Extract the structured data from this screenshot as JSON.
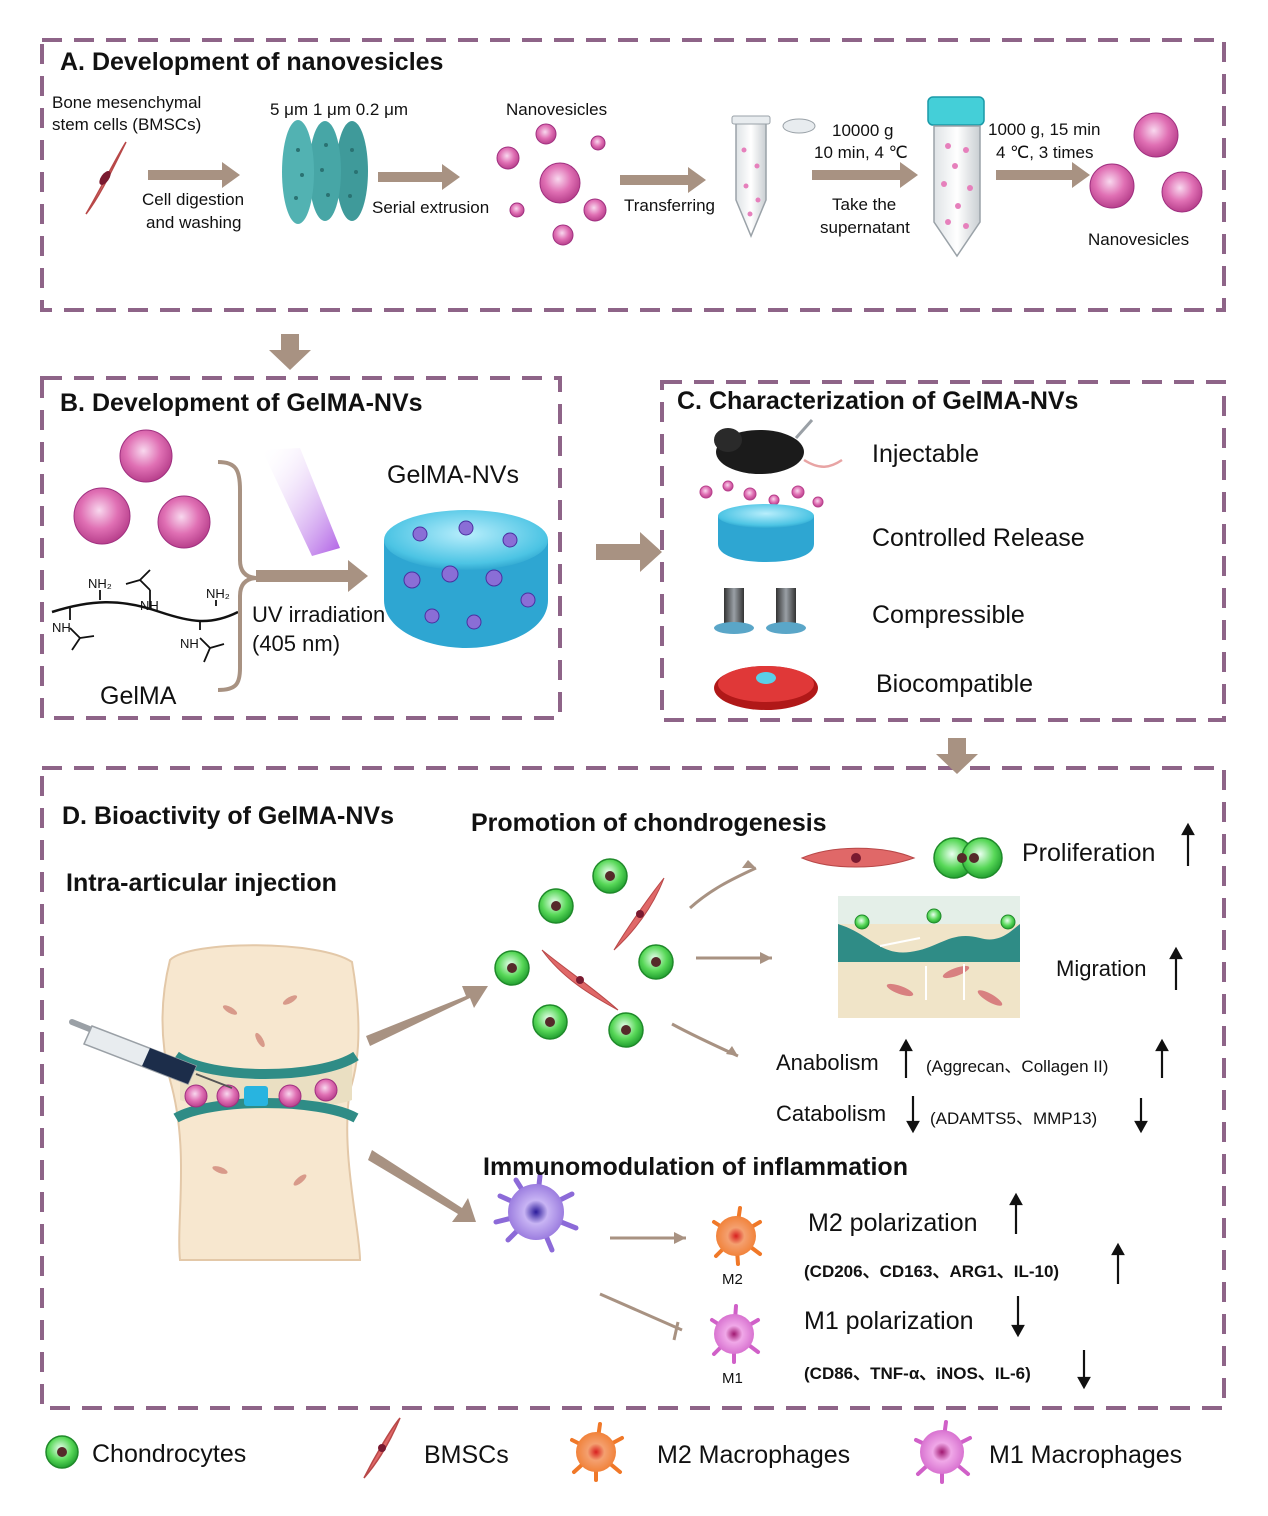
{
  "panels": {
    "a": {
      "title": "A. Development of nanovesicles",
      "bmsc_label_1": "Bone mesenchymal",
      "bmsc_label_2": "stem cells (BMSCs)",
      "step1_1": "Cell digestion",
      "step1_2": "and washing",
      "filters": "5 μm 1 μm 0.2 μm",
      "step2": "Serial extrusion",
      "nv_label_1": "Nanovesicles",
      "step3": "Transferring",
      "spin1_1": "10000 g",
      "spin1_2": "10 min, 4 ℃",
      "spin1_3": "Take the",
      "spin1_4": "supernatant",
      "spin2_1": "1000 g, 15 min",
      "spin2_2": "4 ℃, 3 times",
      "nv_label_2": "Nanovesicles"
    },
    "b": {
      "title": "B. Development of GelMA-NVs",
      "nh2_a": "NH₂",
      "nh2_b": "NH₂",
      "nh_a": "NH",
      "nh_b": "NH",
      "nh_c": "NH",
      "gelma": "GelMA",
      "uv_1": "UV irradiation",
      "uv_2": "(405 nm)",
      "product": "GelMA-NVs"
    },
    "c": {
      "title": "C. Characterization of GelMA-NVs",
      "props": [
        "Injectable",
        "Controlled Release",
        "Compressible",
        "Biocompatible"
      ]
    },
    "d": {
      "title": "D. Bioactivity of GelMA-NVs",
      "injection": "Intra-articular injection",
      "chondro_title": "Promotion of chondrogenesis",
      "proliferation": "Proliferation",
      "migration": "Migration",
      "anabolism": "Anabolism",
      "anabolism_genes": "(Aggrecan、Collagen II)",
      "catabolism": "Catabolism",
      "catabolism_genes": "(ADAMTS5、MMP13)",
      "immuno_title": "Immunomodulation of  inflammation",
      "m2_label": "M2",
      "m1_label": "M1",
      "m2_pol": "M2 polarization",
      "m2_genes": "(CD206、CD163、ARG1、IL-10)",
      "m1_pol": "M1 polarization",
      "m1_genes": "(CD86、TNF-α、iNOS、IL-6)"
    }
  },
  "legend": [
    "Chondrocytes",
    "BMSCs",
    "M2 Macrophages",
    "M1 Macrophages"
  ],
  "colors": {
    "frame": "#8e6488",
    "arrow": "#a89282",
    "hydrogel": "#4cc4e4",
    "vesicle": "#e060a8",
    "chondrocyte": "#4ad24a",
    "bmsc": "#e06868",
    "m2": "#f49040",
    "m1": "#dc6ccc"
  }
}
